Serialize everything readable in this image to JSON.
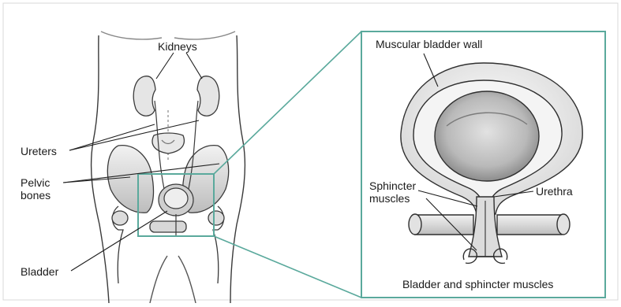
{
  "labels": {
    "kidneys": "Kidneys",
    "ureters": "Ureters",
    "pelvic_bones": "Pelvic\nbones",
    "bladder": "Bladder",
    "muscular_bladder_wall": "Muscular bladder wall",
    "sphincter_muscles": "Sphincter\nmuscles",
    "urethra": "Urethra"
  },
  "caption": "Bladder and sphincter muscles",
  "colors": {
    "frame": "#5aa99c",
    "outline": "#2b2b2b",
    "background": "#ffffff"
  }
}
